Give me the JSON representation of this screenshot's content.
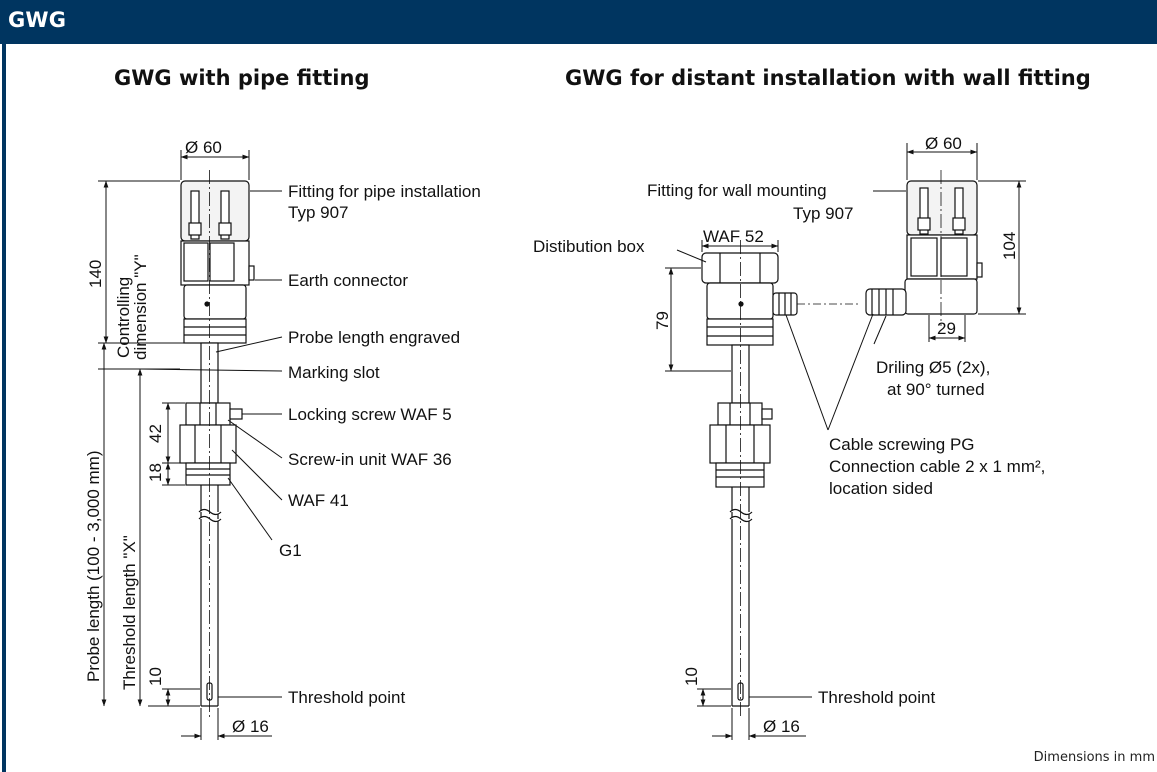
{
  "header": {
    "title": "GWG"
  },
  "left_view": {
    "title": "GWG with pipe fitting",
    "dim_diameter_top": "Ø 60",
    "dim_height": "140",
    "dim_controlling_line1": "Controlling",
    "dim_controlling_line2": "dimension \"Y\"",
    "dim_probe_length": "Probe length (100 - 3,000 mm)",
    "dim_threshold_length": "Threshold length \"X\"",
    "dim_42": "42",
    "dim_18": "18",
    "dim_10": "10",
    "dim_diameter_bottom": "Ø 16",
    "labels": {
      "fitting_line1": "Fitting for pipe installation",
      "fitting_line2": "Typ 907",
      "earth": "Earth connector",
      "engraved": "Probe length engraved",
      "marking": "Marking slot",
      "locking": "Locking screw WAF 5",
      "screw_in": "Screw-in unit WAF 36",
      "waf41": "WAF 41",
      "g1": "G1",
      "threshold": "Threshold point"
    }
  },
  "right_view": {
    "title": "GWG for distant installation with wall fitting",
    "dim_diameter_top": "Ø 60",
    "dim_104": "104",
    "dim_waf52": "WAF 52",
    "dim_79": "79",
    "dim_29": "29",
    "dim_10": "10",
    "dim_diameter_bottom": "Ø 16",
    "labels": {
      "wall_line1": "Fitting for wall mounting",
      "wall_line2": "Typ 907",
      "distribution": "Distibution box",
      "drilling_line1": "Driling Ø5 (2x),",
      "drilling_line2": "at 90° turned",
      "cable_line1": "Cable screwing PG",
      "cable_line2": "Connection cable 2 x 1 mm²,",
      "cable_line3": "location sided",
      "threshold": "Threshold point"
    }
  },
  "footer": {
    "note": "Dimensions in mm"
  },
  "colors": {
    "header": "#003560",
    "line": "#111111",
    "fill": "#f2f2f2"
  }
}
